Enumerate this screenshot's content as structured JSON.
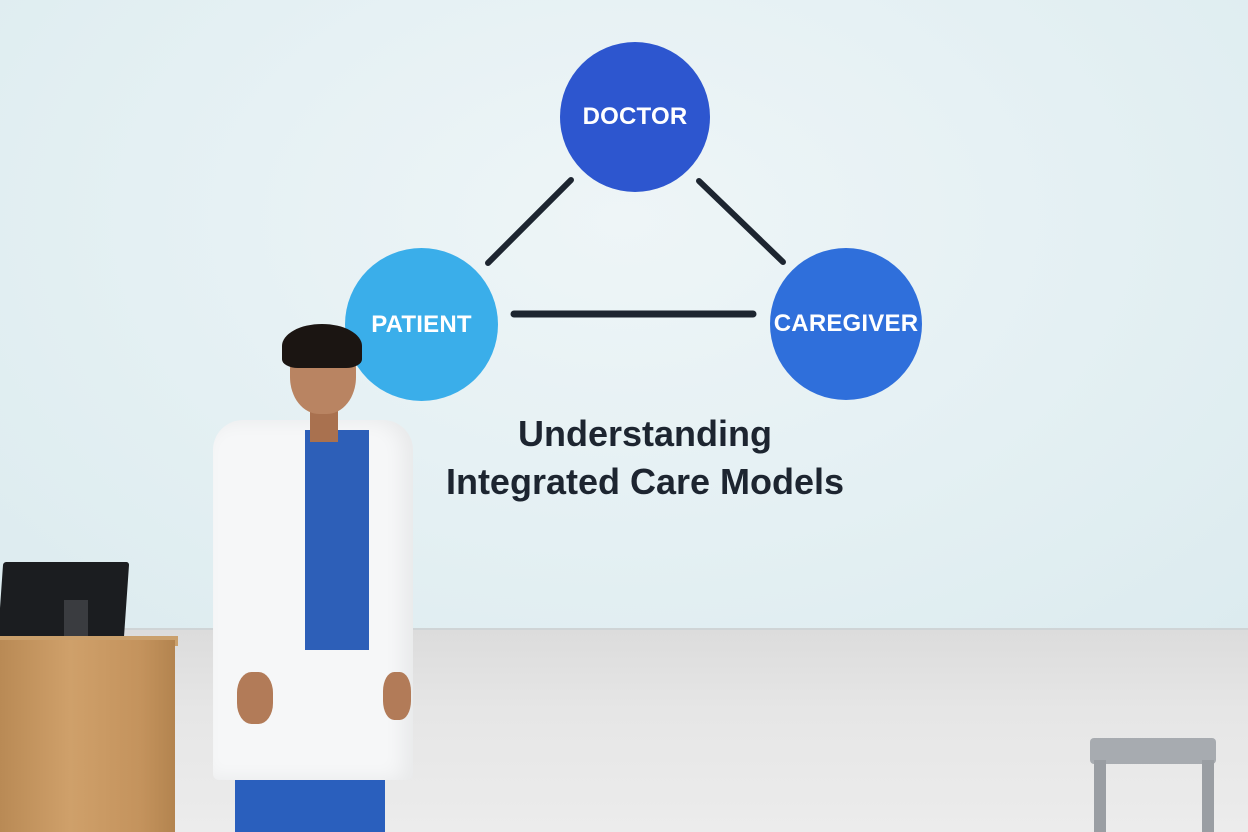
{
  "slide": {
    "nodes": {
      "doctor": "DOCTOR",
      "patient": "PATIENT",
      "caregiver": "CAREGIVER"
    },
    "title_line1": "Understanding",
    "title_line2": "Integrated Care Models"
  },
  "colors": {
    "doctor": "#2d56cf",
    "patient": "#3aaeea",
    "caregiver": "#2f6fdb",
    "edge": "#1d2530",
    "screen_bg": "#e4f0f3"
  }
}
